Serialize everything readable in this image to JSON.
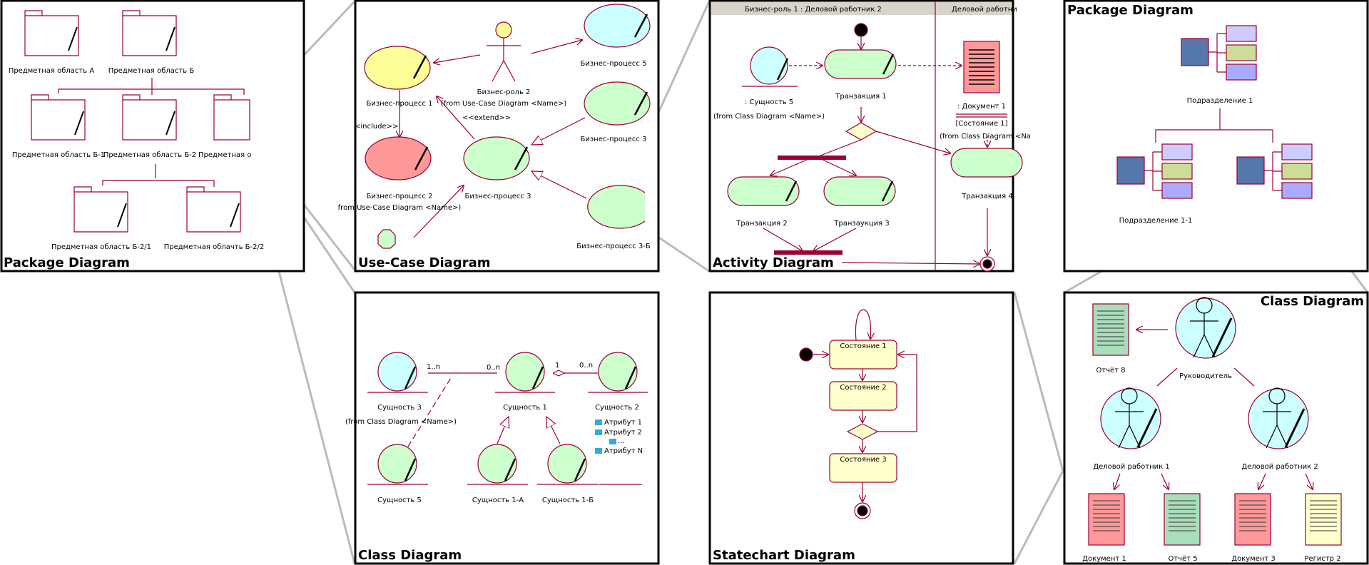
{
  "panels": {
    "package_main": {
      "title": "Package Diagram",
      "packages": [
        "Предметная область А",
        "Предметная область Б",
        "Предметная область Б-1",
        "Предметная область Б-2",
        "Предметная о",
        "Предметная область Б-2/1",
        "Предметная облачть Б-2/2"
      ]
    },
    "usecase": {
      "title": "Use-Case Diagram",
      "actor": "Бизнес-роль 2",
      "actor_from": "(from Use-Case Diagram <Name>)",
      "bp1": "Бизнес-процесс 1",
      "bp2": "Бизнес-процесс 2",
      "bp2_from": "from Use-Case Diagram <Name>)",
      "bp3": "Бизнес-процесс 3",
      "bp5": "Бизнес-процесс 5",
      "bp3r": "Бизнес-процесс 3",
      "bp3b": "Бизнес-процесс 3-Б",
      "include": "<include>>",
      "extend": "<<extend>>"
    },
    "activity": {
      "title": "Activity Diagram",
      "lane1": "Бизнес-роль 1 : Деловой работник 2",
      "lane2": "Деловой работни",
      "entity": ": Сущность 5",
      "entity_from": "(from Class Diagram <Name>)",
      "t1": "Транзакция 1",
      "t2": "Транзакция 2",
      "t3": "Транзаукция 3",
      "t4": "Транзакция 4",
      "doc": ": Документ 1",
      "doc_state": "[Состояние 1]",
      "doc_from": "(from Class Diagram <Na"
    },
    "package_right": {
      "title": "Package Diagram",
      "dept": "Подразделение 1",
      "dept11": "Подразделение 1-1"
    },
    "class_left": {
      "title": "Class Diagram",
      "e3": "Сущность 3",
      "e3_from": "(from Class Diagram <Name>)",
      "e1": "Сущность 1",
      "e2": "Сущность 2",
      "e5": "Сущность 5",
      "e1a": "Сущность 1-А",
      "e1b": "Сущность 1-Б",
      "m1": "1..n",
      "m2": "0..n",
      "m3": "1",
      "m4": "0..n",
      "attrs": [
        "Атрибут 1",
        "Атрибут 2",
        "...",
        "Атрибут N"
      ]
    },
    "statechart": {
      "title": "Statechart Diagram",
      "s1": "Состояние 1",
      "s2": "Состояние 2",
      "s3": "Состояние 3"
    },
    "class_right": {
      "title": "Class Diagram",
      "report8": "Отчёт 8",
      "head": "Руководитель",
      "w1": "Деловой работник 1",
      "w2": "Деловой работник 2",
      "doc1": "Документ 1",
      "report5": "Отчёт 5",
      "doc3": "Документ 3",
      "reg2": "Регистр 2"
    }
  },
  "colors": {
    "line": "#990033",
    "yellow": "#ffff99",
    "green": "#ccffcc",
    "cyan": "#ccffff",
    "pink": "#ff9999",
    "state": "#ffffcc",
    "blue_box": "#5577aa",
    "lilac": "#ccccff",
    "olive": "#ccdd99",
    "purple": "#aaaaff"
  }
}
